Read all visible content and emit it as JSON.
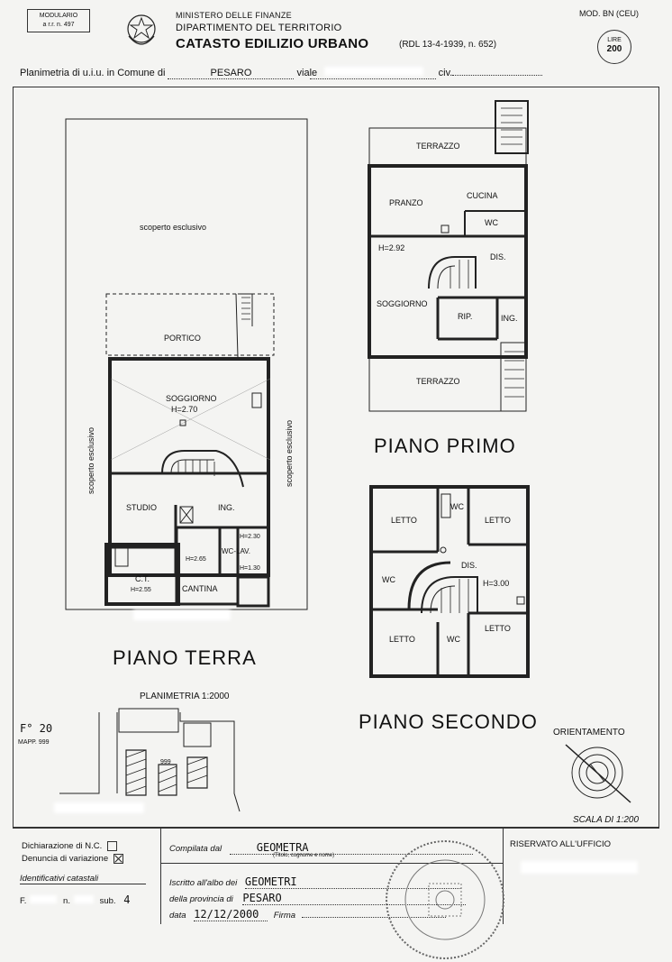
{
  "header": {
    "modulario": "MODULARIO",
    "modulario_code": "a r.r. n. 497",
    "ministry": "MINISTERO DELLE FINANZE",
    "department": "DIPARTIMENTO DEL TERRITORIO",
    "title": "CATASTO EDILIZIO URBANO",
    "law": "(RDL 13-4-1939, n. 652)",
    "mod": "MOD. BN (CEU)",
    "lire_label": "LIRE",
    "lire_value": "200",
    "planimetria_label": "Planimetria di u.i.u. in Comune di",
    "comune": "PESARO",
    "via_label": "via",
    "via_value": "le",
    "civ_label": "civ."
  },
  "plans": {
    "piano_terra": "PIANO TERRA",
    "piano_primo": "PIANO PRIMO",
    "piano_secondo": "PIANO SECONDO",
    "planimetria": "PLANIMETRIA 1:2000",
    "orientamento": "ORIENTAMENTO",
    "scala": "SCALA DI 1:200",
    "foglio": "F° 20",
    "mapp": "MAPP. 999",
    "mapp_small": "999",
    "rooms_terra": {
      "scoperto": "scoperto esclusivo",
      "portico": "PORTICO",
      "soggiorno": "SOGGIORNO",
      "h_soggiorno": "H=2.70",
      "studio": "STUDIO",
      "ing": "ING.",
      "wc_lav": "WC-LAV.",
      "h_wc1": "H=2.30",
      "h_wc2": "H=1.30",
      "h_cantina": "H=2.65",
      "ct": "C.T.",
      "h_ct": "H=2.55",
      "cantina": "CANTINA",
      "scoperto_left": "scoperto esclusivo",
      "scoperto_right": "scoperto esclusivo"
    },
    "rooms_primo": {
      "terrazzo_top": "TERRAZZO",
      "pranzo": "PRANZO",
      "cucina": "CUCINA",
      "wc": "WC",
      "h": "H=2.92",
      "dis": "DIS.",
      "soggiorno": "SOGGIORNO",
      "rip": "RIP.",
      "ing": "ING.",
      "terrazzo_bottom": "TERRAZZO"
    },
    "rooms_secondo": {
      "letto1": "LETTO",
      "wc1": "WC",
      "letto2": "LETTO",
      "wc2": "WC",
      "dis": "DIS.",
      "h": "H=3.00",
      "letto3": "LETTO",
      "wc3": "WC",
      "letto4": "LETTO"
    }
  },
  "footer": {
    "dichiarazione": "Dichiarazione di N.C.",
    "denuncia": "Denuncia di variazione",
    "identificativi": "Identificativi catastali",
    "f_label": "F.",
    "n_label": "n.",
    "sub_label": "sub.",
    "sub_value": "4",
    "compilata_label": "Compilata dal",
    "compilata_value": "GEOMETRA",
    "titolo_hint": "(Titolo, cognome e nome)",
    "iscritto_label": "Iscritto all'albo dei",
    "iscritto_value": "GEOMETRI",
    "provincia_label": "della provincia di",
    "provincia_value": "PESARO",
    "data_label": "data",
    "data_value": "12/12/2000",
    "firma_label": "Firma",
    "riservato": "RISERVATO ALL'UFFICIO"
  }
}
